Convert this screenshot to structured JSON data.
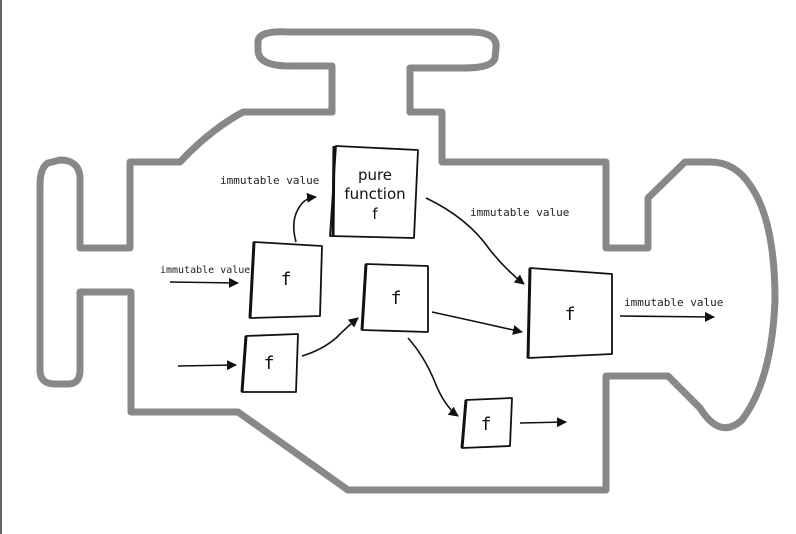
{
  "diagram": {
    "engine_color": "#888888",
    "ink_color": "#111111",
    "pure_function": {
      "line1": "pure",
      "line2": "function",
      "line3": "f"
    },
    "function_label": "f",
    "labels": {
      "input_left": "immutable value",
      "to_pure": "immutable value",
      "from_pure": "immutable value",
      "output_right": "immutable value"
    },
    "icons": {
      "engine": "engine-outline-icon"
    }
  }
}
